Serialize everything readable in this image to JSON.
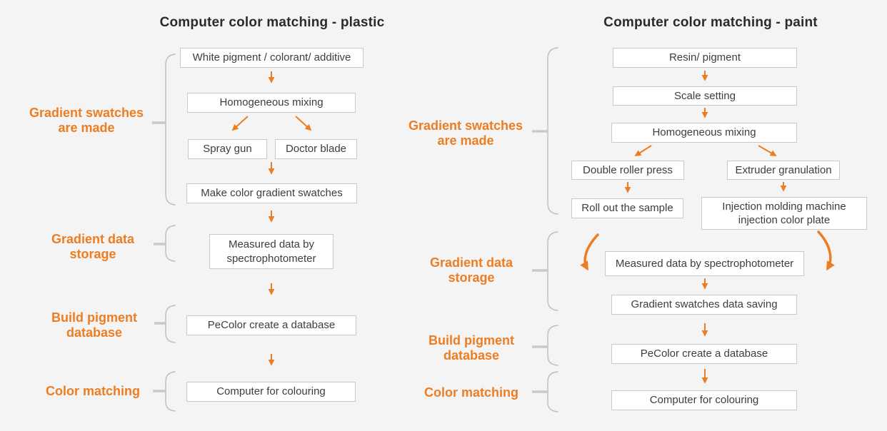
{
  "colors": {
    "accent": "#ED7D23",
    "bracket_line": "#BDBDBD",
    "connector_line": "#C9C9C9",
    "box_border": "#C9C9C9",
    "box_background": "#FFFFFF",
    "box_text": "#3D3D3D",
    "title_text": "#2D2A28",
    "page_background": "#F3F4F3"
  },
  "plastic": {
    "title": "Computer color matching - plastic",
    "stages": [
      "Gradient swatches\nare made",
      "Gradient data\nstorage",
      "Build pigment\ndatabase",
      "Color matching"
    ],
    "nodes": [
      "White pigment / colorant/ additive",
      "Homogeneous mixing",
      "Spray gun",
      "Doctor blade",
      "Make color gradient swatches",
      "Measured data by\nspectrophotometer",
      "PeColor create a database",
      "Computer for colouring"
    ]
  },
  "paint": {
    "title": "Computer color matching - paint",
    "stages": [
      "Gradient swatches\nare made",
      "Gradient data\nstorage",
      "Build pigment\ndatabase",
      "Color matching"
    ],
    "nodes": [
      "Resin/ pigment",
      "Scale setting",
      "Homogeneous mixing",
      "Double roller press",
      "Extruder granulation",
      "Roll out the sample",
      "Injection molding machine\ninjection color plate",
      "Measured data by spectrophotometer",
      "Gradient swatches data saving",
      "PeColor create a database",
      "Computer for colouring"
    ]
  }
}
